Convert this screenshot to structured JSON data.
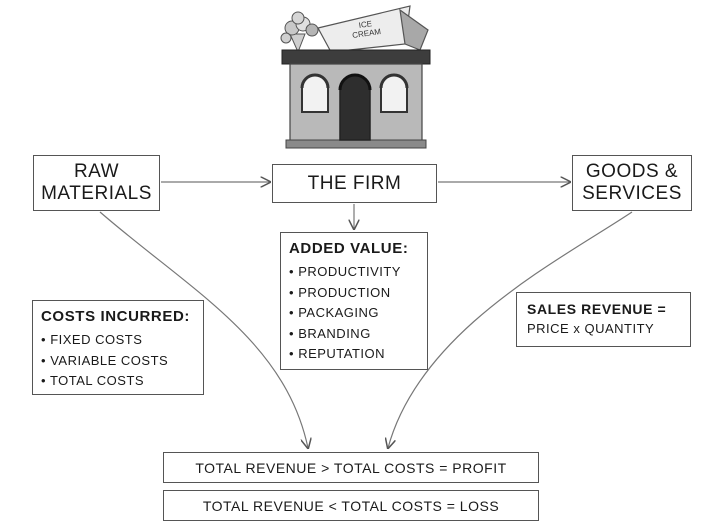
{
  "shop_sign": {
    "line1": "ICE",
    "line2": "CREAM"
  },
  "nodes": {
    "raw_materials": {
      "line1": "RAW",
      "line2": "MATERIALS"
    },
    "the_firm": {
      "label": "THE FIRM"
    },
    "goods_services": {
      "line1": "GOODS &",
      "line2": "SERVICES"
    }
  },
  "added_value": {
    "title": "ADDED VALUE:",
    "items": [
      "PRODUCTIVITY",
      "PRODUCTION",
      "PACKAGING",
      "BRANDING",
      "REPUTATION"
    ]
  },
  "costs_incurred": {
    "title": "COSTS INCURRED:",
    "items": [
      "FIXED COSTS",
      "VARIABLE COSTS",
      "TOTAL COSTS"
    ]
  },
  "sales_revenue": {
    "title": "SALES REVENUE =",
    "formula": "PRICE x QUANTITY"
  },
  "outcomes": {
    "profit": "TOTAL REVENUE > TOTAL COSTS = PROFIT",
    "loss": "TOTAL REVENUE < TOTAL COSTS = LOSS"
  },
  "bullet": "•",
  "colors": {
    "stroke": "#555555",
    "shop_wall": "#b9b9b9",
    "shop_roof": "#3d3d3d",
    "door": "#2e2e2e",
    "awning": "#d8d8d8"
  }
}
